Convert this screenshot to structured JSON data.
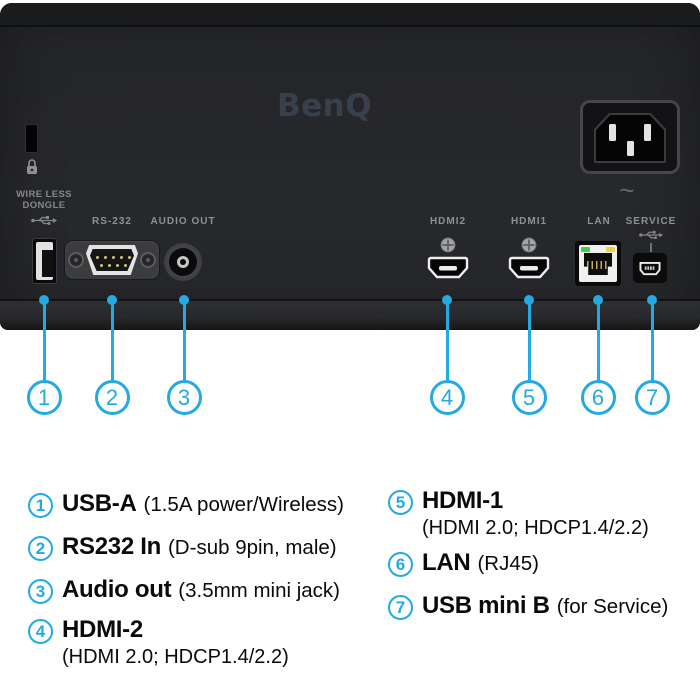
{
  "colors": {
    "accent": "#24a9e1",
    "panel_label": "#8e9092",
    "brand_color": "#38404b"
  },
  "panel": {
    "brand": "BenQ",
    "power_symbol": "~",
    "labels": {
      "wireless_line1": "WIRE LESS",
      "wireless_line2": "DONGLE",
      "rs232": "RS-232",
      "audio_out": "AUDIO OUT",
      "hdmi2": "HDMI2",
      "hdmi1": "HDMI1",
      "lan": "LAN",
      "service": "SERVICE"
    }
  },
  "callouts": [
    "1",
    "2",
    "3",
    "4",
    "5",
    "6",
    "7"
  ],
  "legend": {
    "left": [
      {
        "num": "1",
        "title": "USB-A",
        "detail": "(1.5A power/Wireless)",
        "sub": ""
      },
      {
        "num": "2",
        "title": "RS232 In",
        "detail": "(D-sub 9pin, male)",
        "sub": ""
      },
      {
        "num": "3",
        "title": "Audio out",
        "detail": "(3.5mm mini jack)",
        "sub": ""
      },
      {
        "num": "4",
        "title": "HDMI-2",
        "detail": "",
        "sub": "(HDMI 2.0; HDCP1.4/2.2)"
      }
    ],
    "right": [
      {
        "num": "5",
        "title": "HDMI-1",
        "detail": "",
        "sub": "(HDMI 2.0; HDCP1.4/2.2)"
      },
      {
        "num": "6",
        "title": "LAN",
        "detail": "(RJ45)",
        "sub": ""
      },
      {
        "num": "7",
        "title": "USB mini B",
        "detail": "(for Service)",
        "sub": ""
      }
    ]
  }
}
